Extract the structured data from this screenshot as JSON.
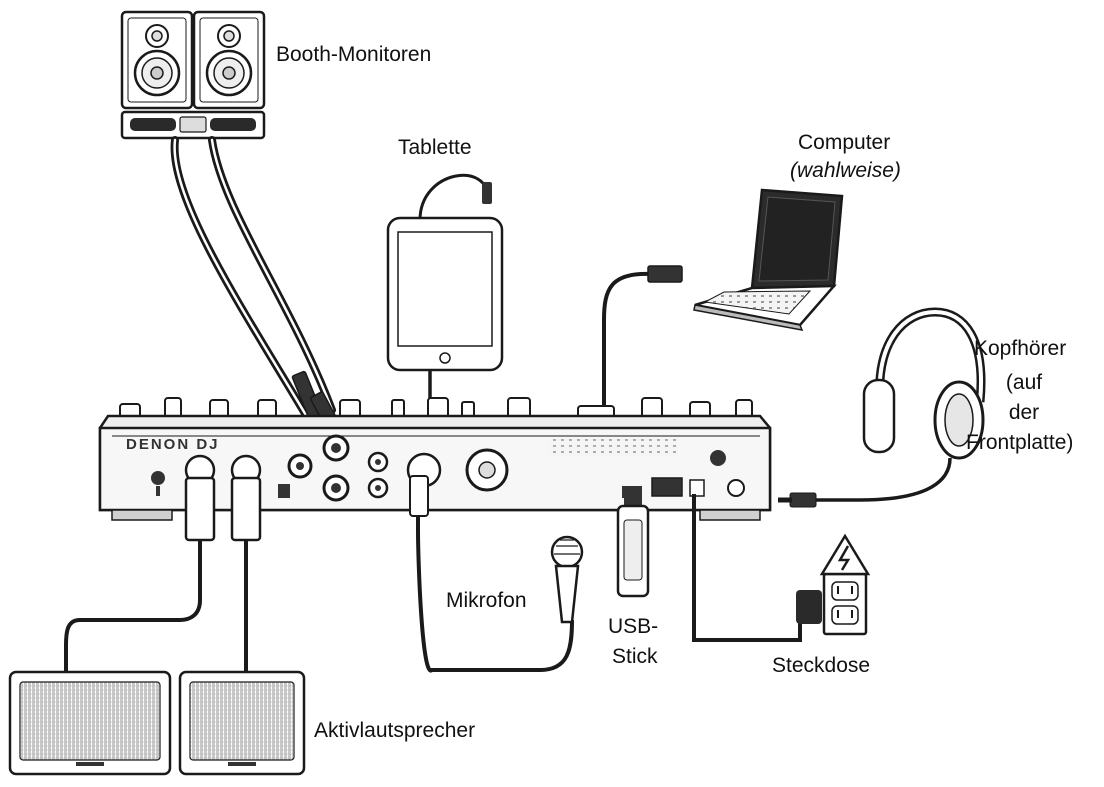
{
  "labels": {
    "booth_monitors": "Booth-Monitoren",
    "tablet": "Tablette",
    "computer": "Computer",
    "computer_optional": "(wahlweise)",
    "headphones": "Kopfhörer",
    "headphones_note_1": "(auf",
    "headphones_note_2": "der",
    "headphones_note_3": "Frontplatte)",
    "microphone": "Mikrofon",
    "usb_stick_1": "USB-",
    "usb_stick_2": "Stick",
    "power_outlet": "Steckdose",
    "active_speakers": "Aktivlautsprecher"
  },
  "device": {
    "brand": "DENON DJ"
  },
  "colors": {
    "line": "#1a1a1a",
    "panel": "#e9e9e9",
    "panel_dark": "#cfcfcf",
    "grille": "#9a9a9a"
  }
}
